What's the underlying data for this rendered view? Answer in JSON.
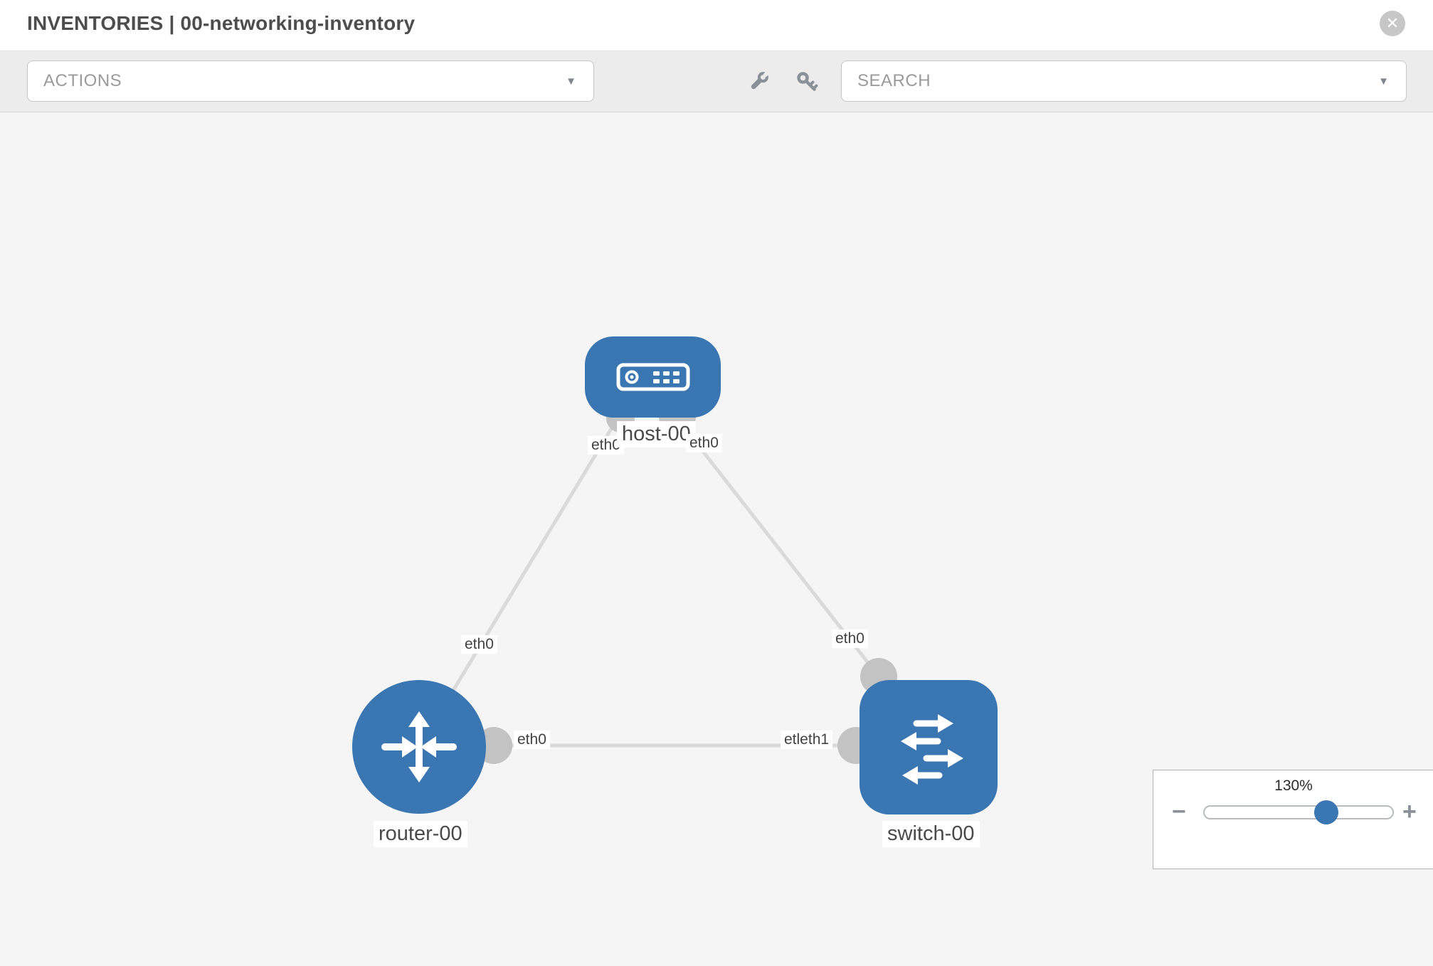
{
  "header": {
    "title": "INVENTORIES | 00-networking-inventory"
  },
  "toolbar": {
    "actions_label": "ACTIONS",
    "search_label": "SEARCH"
  },
  "icons": {
    "caret_down": "▼",
    "close": "✕",
    "zoom_minus": "−",
    "zoom_plus": "+"
  },
  "topology": {
    "nodes": {
      "host": {
        "label": "host-00",
        "type": "host"
      },
      "router": {
        "label": "router-00",
        "type": "router"
      },
      "switch": {
        "label": "switch-00",
        "type": "switch"
      }
    },
    "interfaces": {
      "host_left": "eth0",
      "host_right": "eth0",
      "link_host_router": "eth0",
      "link_host_switch": "eth0",
      "router_right": "eth0",
      "switch_left": "etleth1"
    }
  },
  "zoom_control": {
    "level": "130%"
  },
  "colors": {
    "node_blue": "#3a76b1",
    "link_gray": "#dadada",
    "connector_gray": "#c3c3c3",
    "toolbar_gray": "#ececec",
    "canvas_gray": "#f5f5f6"
  }
}
